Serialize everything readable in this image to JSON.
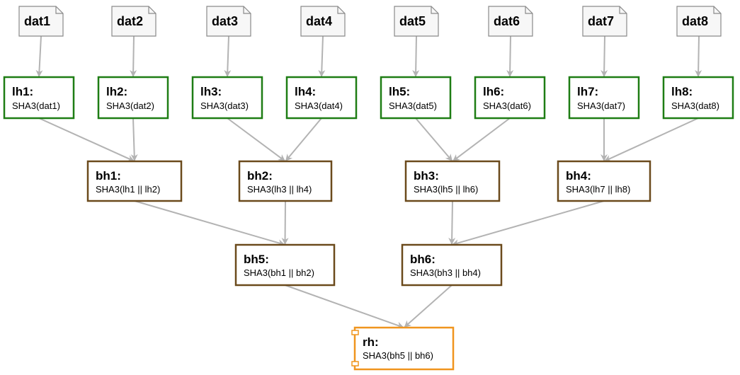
{
  "colors": {
    "arrow": "#b3b3b3",
    "leaf_border": "#1e7d14",
    "branch_border": "#6b4a1c",
    "root_border": "#f0951e",
    "doc_border": "#8a8a8a",
    "doc_fill": "#f7f7f7"
  },
  "docs": [
    {
      "id": "dat1",
      "label": "dat1"
    },
    {
      "id": "dat2",
      "label": "dat2"
    },
    {
      "id": "dat3",
      "label": "dat3"
    },
    {
      "id": "dat4",
      "label": "dat4"
    },
    {
      "id": "dat5",
      "label": "dat5"
    },
    {
      "id": "dat6",
      "label": "dat6"
    },
    {
      "id": "dat7",
      "label": "dat7"
    },
    {
      "id": "dat8",
      "label": "dat8"
    }
  ],
  "leaves": [
    {
      "id": "lh1",
      "title": "lh1:",
      "formula": "SHA3(dat1)"
    },
    {
      "id": "lh2",
      "title": "lh2:",
      "formula": "SHA3(dat2)"
    },
    {
      "id": "lh3",
      "title": "lh3:",
      "formula": "SHA3(dat3)"
    },
    {
      "id": "lh4",
      "title": "lh4:",
      "formula": "SHA3(dat4)"
    },
    {
      "id": "lh5",
      "title": "lh5:",
      "formula": "SHA3(dat5)"
    },
    {
      "id": "lh6",
      "title": "lh6:",
      "formula": "SHA3(dat6)"
    },
    {
      "id": "lh7",
      "title": "lh7:",
      "formula": "SHA3(dat7)"
    },
    {
      "id": "lh8",
      "title": "lh8:",
      "formula": "SHA3(dat8)"
    }
  ],
  "branches": [
    {
      "id": "bh1",
      "title": "bh1:",
      "formula": "SHA3(lh1 || lh2)"
    },
    {
      "id": "bh2",
      "title": "bh2:",
      "formula": "SHA3(lh3 || lh4)"
    },
    {
      "id": "bh3",
      "title": "bh3:",
      "formula": "SHA3(lh5 || lh6)"
    },
    {
      "id": "bh4",
      "title": "bh4:",
      "formula": "SHA3(lh7 || lh8)"
    },
    {
      "id": "bh5",
      "title": "bh5:",
      "formula": "SHA3(bh1 || bh2)"
    },
    {
      "id": "bh6",
      "title": "bh6:",
      "formula": "SHA3(bh3 || bh4)"
    }
  ],
  "root": {
    "id": "rh",
    "title": "rh:",
    "formula": "SHA3(bh5 || bh6)"
  },
  "edges": [
    [
      "dat1",
      "lh1"
    ],
    [
      "dat2",
      "lh2"
    ],
    [
      "dat3",
      "lh3"
    ],
    [
      "dat4",
      "lh4"
    ],
    [
      "dat5",
      "lh5"
    ],
    [
      "dat6",
      "lh6"
    ],
    [
      "dat7",
      "lh7"
    ],
    [
      "dat8",
      "lh8"
    ],
    [
      "lh1",
      "bh1"
    ],
    [
      "lh2",
      "bh1"
    ],
    [
      "lh3",
      "bh2"
    ],
    [
      "lh4",
      "bh2"
    ],
    [
      "lh5",
      "bh3"
    ],
    [
      "lh6",
      "bh3"
    ],
    [
      "lh7",
      "bh4"
    ],
    [
      "lh8",
      "bh4"
    ],
    [
      "bh1",
      "bh5"
    ],
    [
      "bh2",
      "bh5"
    ],
    [
      "bh3",
      "bh6"
    ],
    [
      "bh4",
      "bh6"
    ],
    [
      "bh5",
      "rh"
    ],
    [
      "bh6",
      "rh"
    ]
  ]
}
